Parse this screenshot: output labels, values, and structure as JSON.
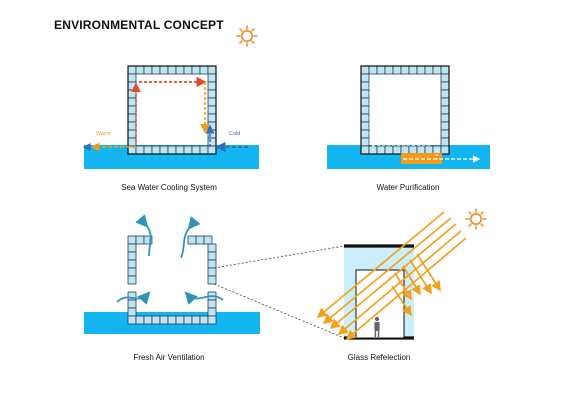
{
  "header": {
    "title": "ENVIRONMENTAL CONCEPT",
    "sun_icon": "sun-icon"
  },
  "panels": {
    "sea_water_cooling": {
      "caption": "Sea Water Cooling System",
      "warm_label": "Warm",
      "cold_label": "Cold"
    },
    "water_purification": {
      "caption": "Water Purification"
    },
    "fresh_air_ventilation": {
      "caption": "Fresh Air Ventilation"
    },
    "glass_reflection": {
      "caption": "Glass Refelection",
      "sun_icon": "sun-icon",
      "person_icon": "person-icon"
    }
  },
  "colors": {
    "water": "#12b5f0",
    "block": "#bfe5f4",
    "block_stroke": "#213547",
    "warm": "#f29b1b",
    "cold": "#2f6fb8",
    "hot_arrow": "#e14b2c",
    "sun": "#f08a2b",
    "reflection_rays": "#f4a11d",
    "glass": "#cbeefb",
    "dark_line": "#111111"
  }
}
